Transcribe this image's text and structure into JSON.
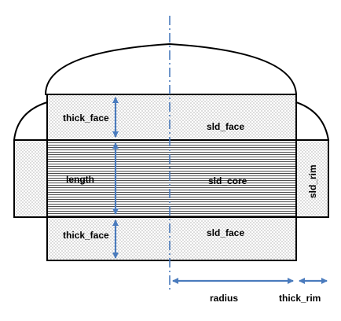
{
  "labels": {
    "thick_face_top": "thick_face",
    "sld_face_top": "sld_face",
    "length": "length",
    "sld_core": "sld_core",
    "sld_rim": "sld_rim",
    "thick_face_bottom": "thick_face",
    "sld_face_bottom": "sld_face",
    "radius": "radius",
    "thick_rim": "thick_rim"
  },
  "colors": {
    "outline": "#000000",
    "arrow": "#4a7bbd",
    "axis": "#4a7bbd",
    "hatch": "#000000",
    "dots": "#555555"
  }
}
